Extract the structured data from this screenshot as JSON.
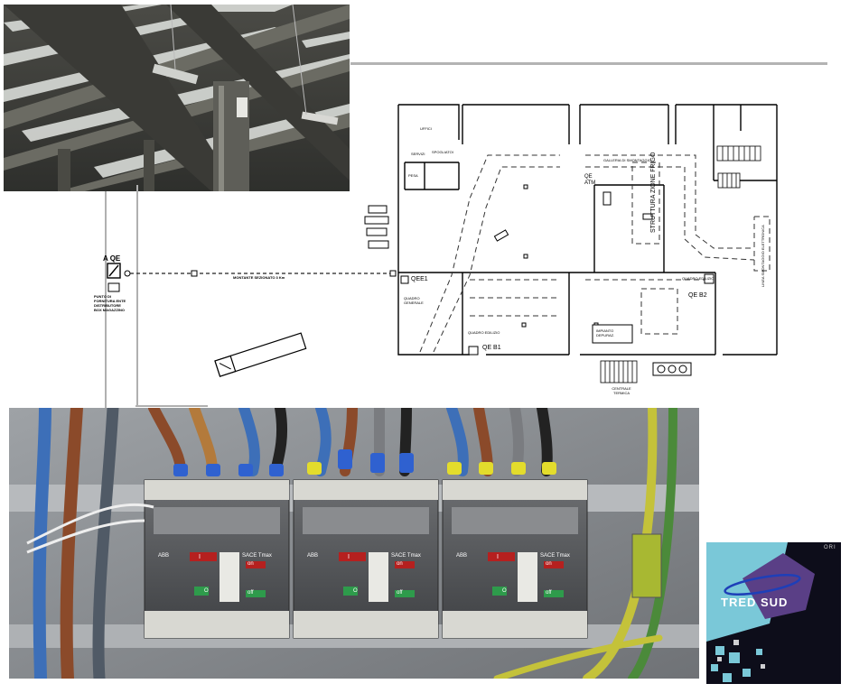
{
  "floor_plan": {
    "ae_label": "A QE",
    "ae_note_lines": [
      "PUNTO DI",
      "FORNITURA ENTE",
      "DISTRIBUTORE",
      "BOX MAGAZZINO"
    ],
    "cable_label": "MONTANTE SEZIONATO 3 Km",
    "qee1": "QEE1",
    "qeb1": "QE B1",
    "qeb2": "QE B2",
    "qe_atm": "QE ATM",
    "room_galleria": "GALLERIA DI SMONTAGGIO",
    "room_frigo": "STRUTTURA ZIONE FRIGO",
    "room_linea": "LINEA SMONTAGGIO ELETTRONICA",
    "room_impianto": "IMPIANTO DEPURAZ.",
    "room_centrale": "CENTRALE TERMICA",
    "room_uffici": "UFFICI",
    "room_servizi": "SERVIZI",
    "room_spogliatoi": "SPOGLIATOI",
    "room_pesa": "PESA",
    "room_quadro1": "QUADRO GENERALE",
    "room_quadro_b1": "QUADRO EDILIZIO",
    "room_quadro_b2": "QUADRO EDILIZIO"
  },
  "breakers": {
    "brand": "ABB",
    "model": "SACE Tmax",
    "on_label": "on",
    "off_label": "off",
    "i_label": "I",
    "o_label": "O"
  },
  "logo": {
    "top_text": "ORI",
    "name": "TRED SUD",
    "colors": {
      "bg": "#0d0d1a",
      "purple": "#5a3f86",
      "cyan": "#7ac8d8"
    }
  }
}
